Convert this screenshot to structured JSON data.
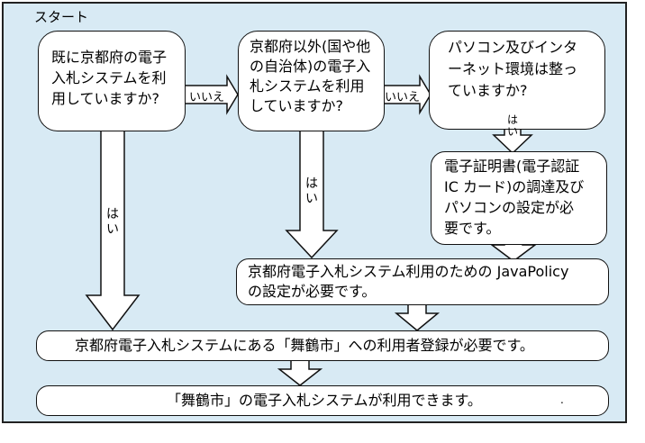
{
  "start_label": "スタート",
  "q1": {
    "line1": "既に京都府の電子",
    "line2": "入札システムを利",
    "line3": "用していますか?"
  },
  "q2": {
    "line1": "京都府以外(国や他",
    "line2": "の自治体)の電子入",
    "line3": "札システムを利用",
    "line4": "していますか?"
  },
  "q3": {
    "line1": "パソコン及びインタ",
    "line2": "ーネット環境は整っ",
    "line3": "ていますか?"
  },
  "prep": {
    "line1": "電子証明書(電子認証",
    "line2": "IC カード)の調達及び",
    "line3": "パソコンの設定が必",
    "line4": "要です。"
  },
  "java": {
    "line1": "京都府電子入札システム利用のための JavaPolicy",
    "line2": "の設定が必要です。"
  },
  "register": {
    "text": "京都府電子入札システムにある「舞鶴市」への利用者登録が必要です。"
  },
  "final": {
    "text": "「舞鶴市」の電子入札システムが利用できます。"
  },
  "labels": {
    "no1": "いいえ",
    "no2": "いいえ",
    "yes1": "はい",
    "yes2": "はい",
    "yes3": "はい"
  },
  "end_mark": "."
}
